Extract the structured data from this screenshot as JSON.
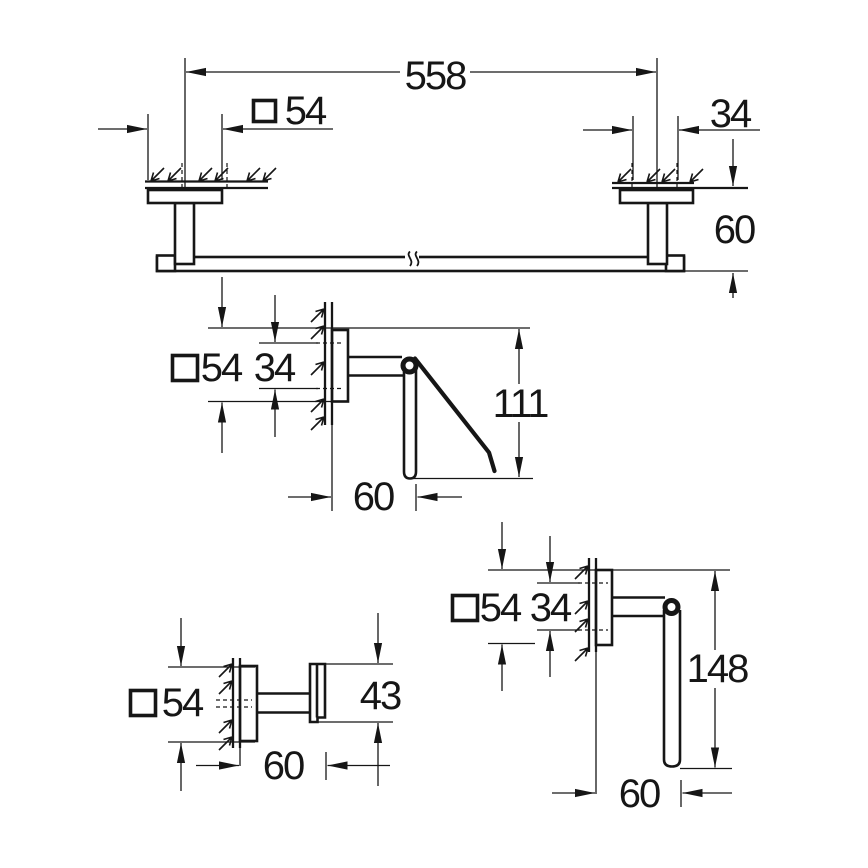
{
  "colors": {
    "line": "#161616",
    "background": "#ffffff"
  },
  "views": {
    "towel_bar": {
      "dims": {
        "span": "558",
        "plate": "54",
        "holes": "34",
        "depth": "60"
      }
    },
    "paper_holder": {
      "dims": {
        "plate": "54",
        "holes": "34",
        "height": "111",
        "depth": "60"
      }
    },
    "hook": {
      "dims": {
        "plate": "54",
        "height": "43",
        "depth": "60"
      }
    },
    "spare_holder": {
      "dims": {
        "plate": "54",
        "holes": "34",
        "height": "148",
        "depth": "60"
      }
    }
  }
}
